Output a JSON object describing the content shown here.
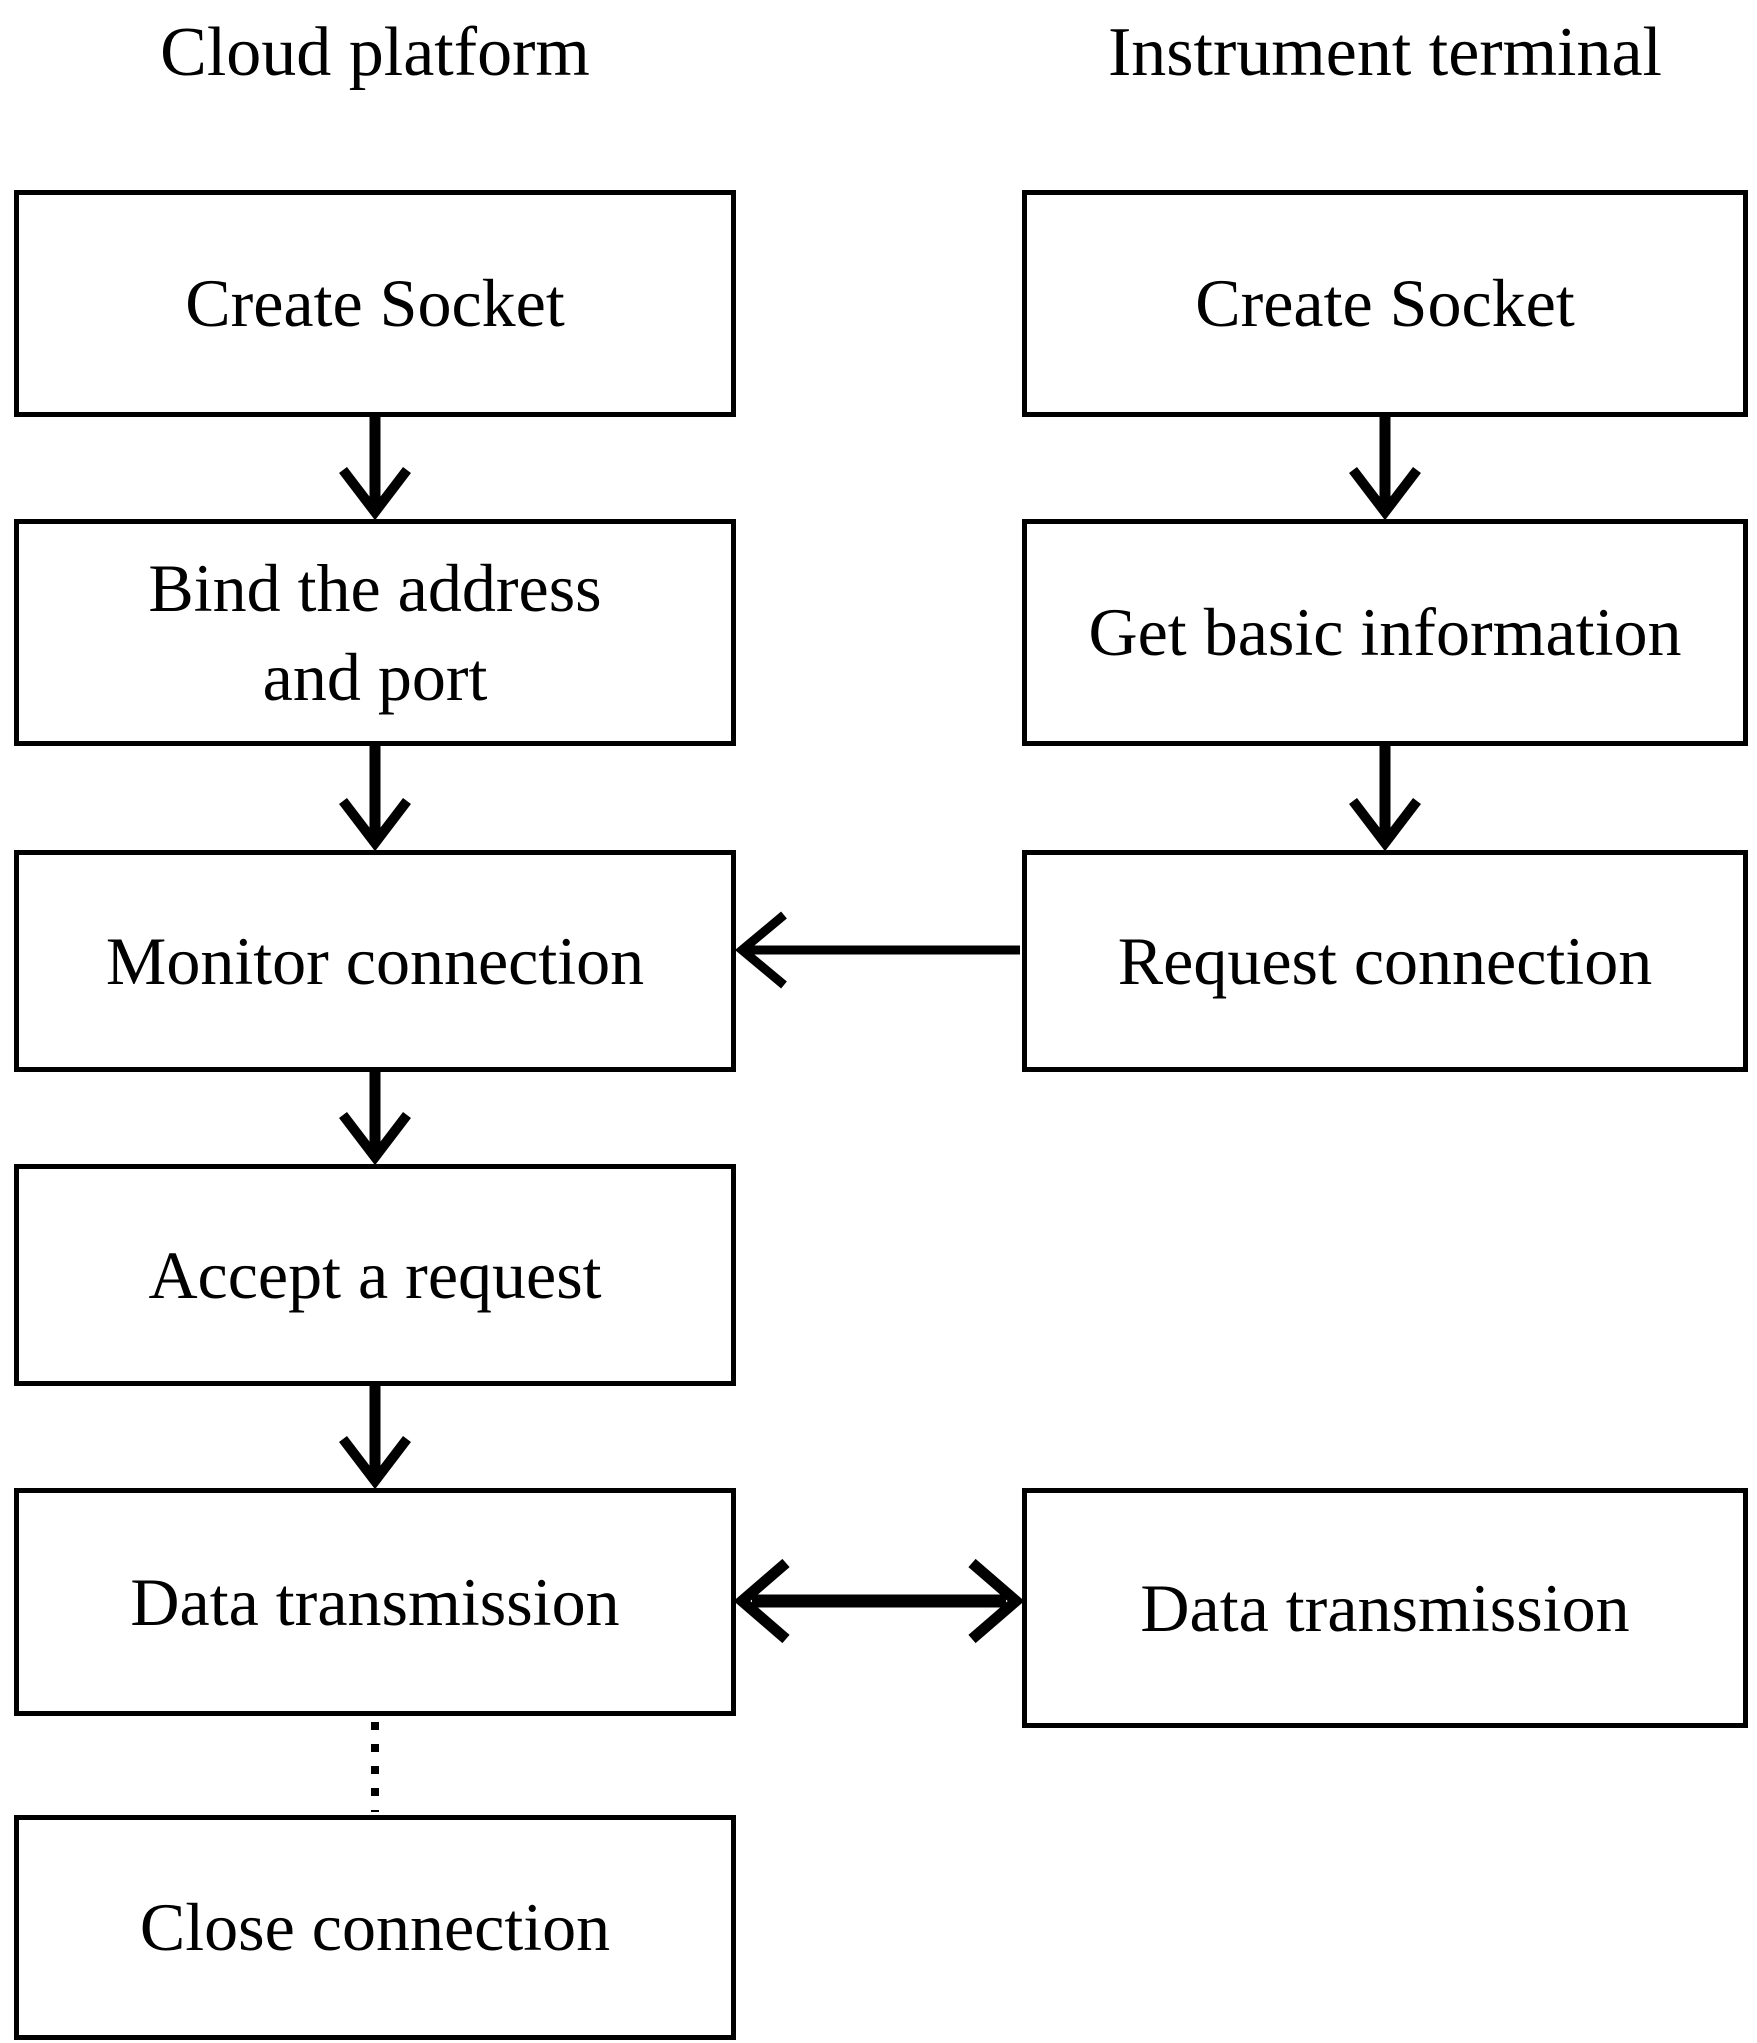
{
  "diagram": {
    "left_column": {
      "title": "Cloud platform",
      "boxes": {
        "create_socket": "Create Socket",
        "bind_line1": "Bind the address",
        "bind_line2": "and port",
        "monitor": "Monitor connection",
        "accept": "Accept a request",
        "data_transmission": "Data transmission",
        "close": "Close connection"
      }
    },
    "right_column": {
      "title": "Instrument terminal",
      "boxes": {
        "create_socket": "Create Socket",
        "get_basic_info": "Get basic information",
        "request_connection": "Request connection",
        "data_transmission": "Data transmission"
      }
    },
    "connectors": {
      "request_to_monitor": "arrow-left",
      "data_transmission_link": "arrow-double-horizontal",
      "transmission_to_close": "dotted-line"
    },
    "colors": {
      "line_color": "#000000",
      "text_color": "#000000",
      "background_color": "#ffffff"
    }
  }
}
